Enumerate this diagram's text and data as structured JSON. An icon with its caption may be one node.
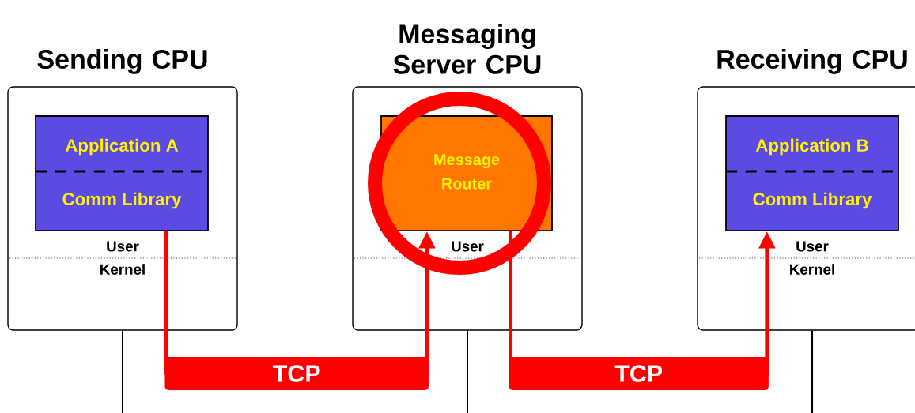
{
  "diagram": {
    "nodes": [
      {
        "text": [
          "Sending CPU"
        ]
      },
      {
        "text": [
          "Application A",
          "Comm Library"
        ],
        "in": 0
      },
      {
        "text": [
          "Messaging Server CPU"
        ]
      },
      {
        "text": [
          "Message Router"
        ],
        "in": 2
      },
      {
        "text": [
          "Receiving CPU"
        ]
      },
      {
        "text": [
          "Application B",
          "Comm Library"
        ],
        "in": 4
      }
    ],
    "edges": [
      {
        "from": 1,
        "to": 3,
        "arrow": "to",
        "label": "TCP",
        "style": "thick",
        "color": "#ff0000"
      },
      {
        "from": 3,
        "to": 5,
        "arrow": "to",
        "label": "TCP",
        "style": "thick",
        "color": "#ff0000"
      },
      {
        "from": 0,
        "to": null,
        "arrow": "none"
      },
      {
        "from": 2,
        "to": null,
        "arrow": "none"
      },
      {
        "from": 4,
        "to": null,
        "arrow": "none"
      }
    ],
    "labels": [
      "User",
      "Kernel",
      "User",
      "User",
      "Kernel"
    ]
  }
}
